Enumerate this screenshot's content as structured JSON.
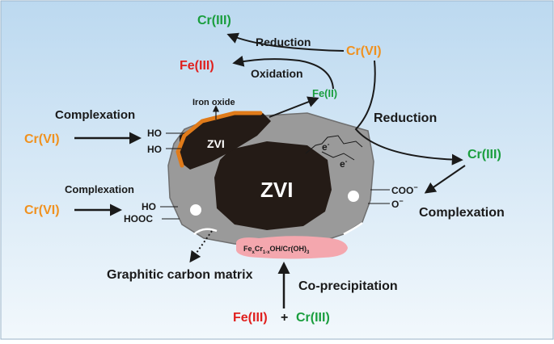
{
  "colors": {
    "bg_top": "#bcd9f0",
    "bg_bottom": "#f2f8fc",
    "particle": "#9a9a9a",
    "particle_edge": "#6f6f6f",
    "zvi_core": "#241b16",
    "oxide_layer": "#e07b1a",
    "precipitate": "#f4a7ae",
    "cr6": "#f0911e",
    "cr3": "#1a9e3e",
    "fe3": "#e0201e",
    "fe2": "#1a9e3e",
    "black": "#1a1a1a"
  },
  "labels": {
    "cr3_top": "Cr(III)",
    "reduction_top": "Reduction",
    "cr6_top": "Cr(VI)",
    "fe3_top": "Fe(III)",
    "oxidation": "Oxidation",
    "fe2": "Fe(II)",
    "iron_oxide": "Iron oxide",
    "complexation_left_top": "Complexation",
    "cr6_left_top": "Cr(VI)",
    "ho_1": "HO",
    "ho_2": "HO",
    "zvi_small": "ZVI",
    "zvi_big": "ZVI",
    "electron_1": "e",
    "electron_2": "e",
    "electron_sup": "-",
    "reduction_right": "Reduction",
    "cr3_right": "Cr(III)",
    "coo": "COO",
    "o_minus": "O",
    "minus": "−",
    "complexation_right": "Complexation",
    "complexation_left_mid": "Complexation",
    "cr6_left_mid": "Cr(VI)",
    "ho_3": "HO",
    "hooc": "HOOC",
    "precipitate_formula": "Fe",
    "precip_sub_x": "x",
    "precip_mid": "Cr",
    "precip_sub_1x": "1-x",
    "precip_oh": "OH/Cr(OH)",
    "precip_sub_3": "3",
    "graphitic_carbon": "Graphitic carbon matrix",
    "co_precipitation": "Co-precipitation",
    "fe3_bottom": "Fe(III)",
    "plus": "+",
    "cr3_bottom": "Cr(III)"
  }
}
